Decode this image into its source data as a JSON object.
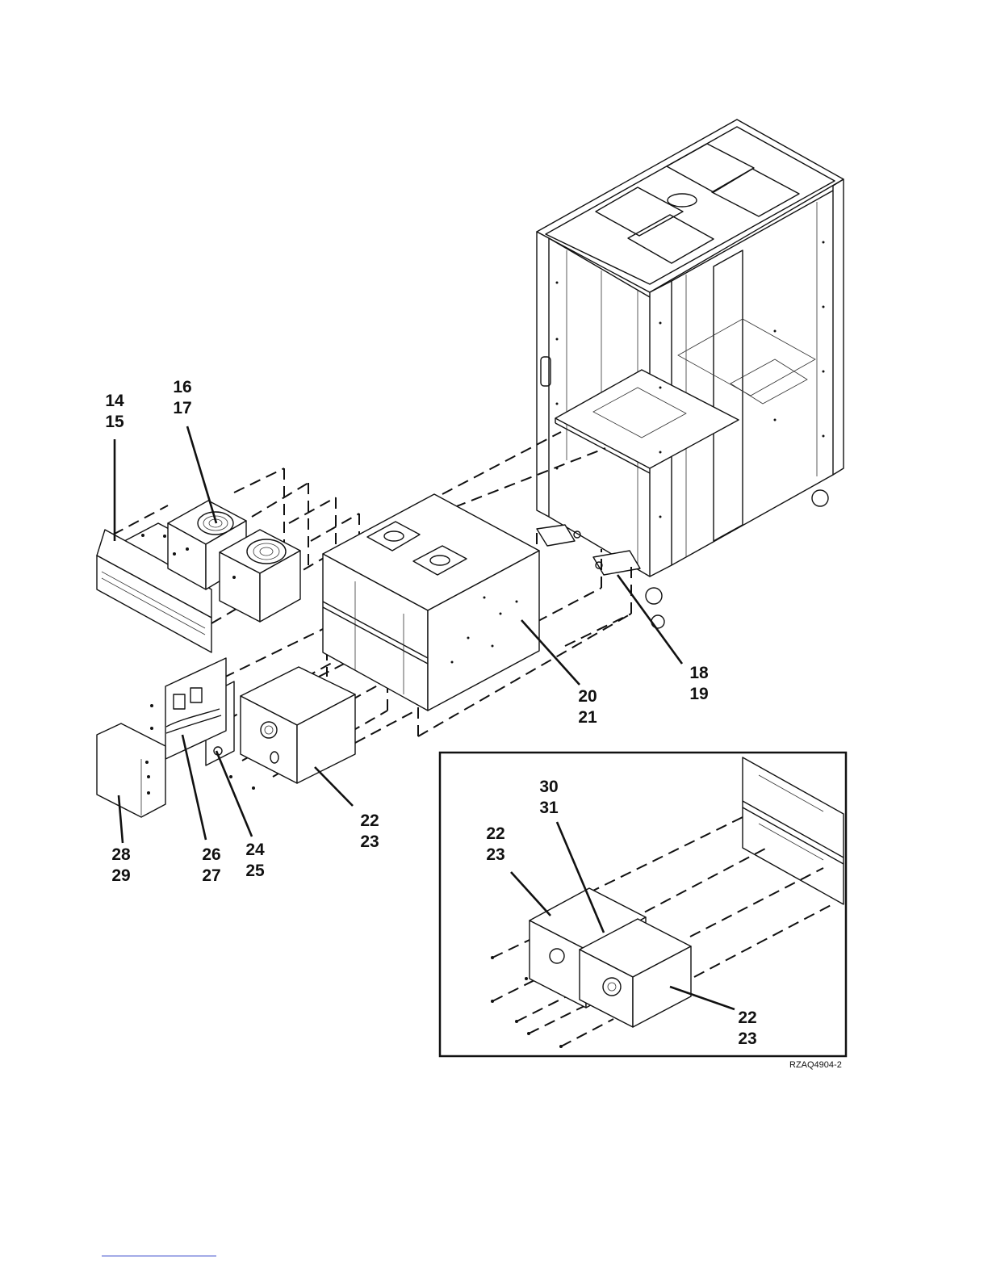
{
  "figure_id": "RZAQ4904-2",
  "callouts": [
    {
      "key": "c14",
      "lines": [
        "14",
        "15"
      ]
    },
    {
      "key": "c16",
      "lines": [
        "16",
        "17"
      ]
    },
    {
      "key": "c18",
      "lines": [
        "18",
        "19"
      ]
    },
    {
      "key": "c20",
      "lines": [
        "20",
        "21"
      ]
    },
    {
      "key": "c22",
      "lines": [
        "22",
        "23"
      ]
    },
    {
      "key": "c24",
      "lines": [
        "24",
        "25"
      ]
    },
    {
      "key": "c26",
      "lines": [
        "26",
        "27"
      ]
    },
    {
      "key": "c28",
      "lines": [
        "28",
        "29"
      ]
    },
    {
      "key": "c30",
      "lines": [
        "30",
        "31"
      ]
    },
    {
      "key": "c22b",
      "lines": [
        "22",
        "23"
      ]
    },
    {
      "key": "c22c",
      "lines": [
        "22",
        "23"
      ]
    }
  ]
}
